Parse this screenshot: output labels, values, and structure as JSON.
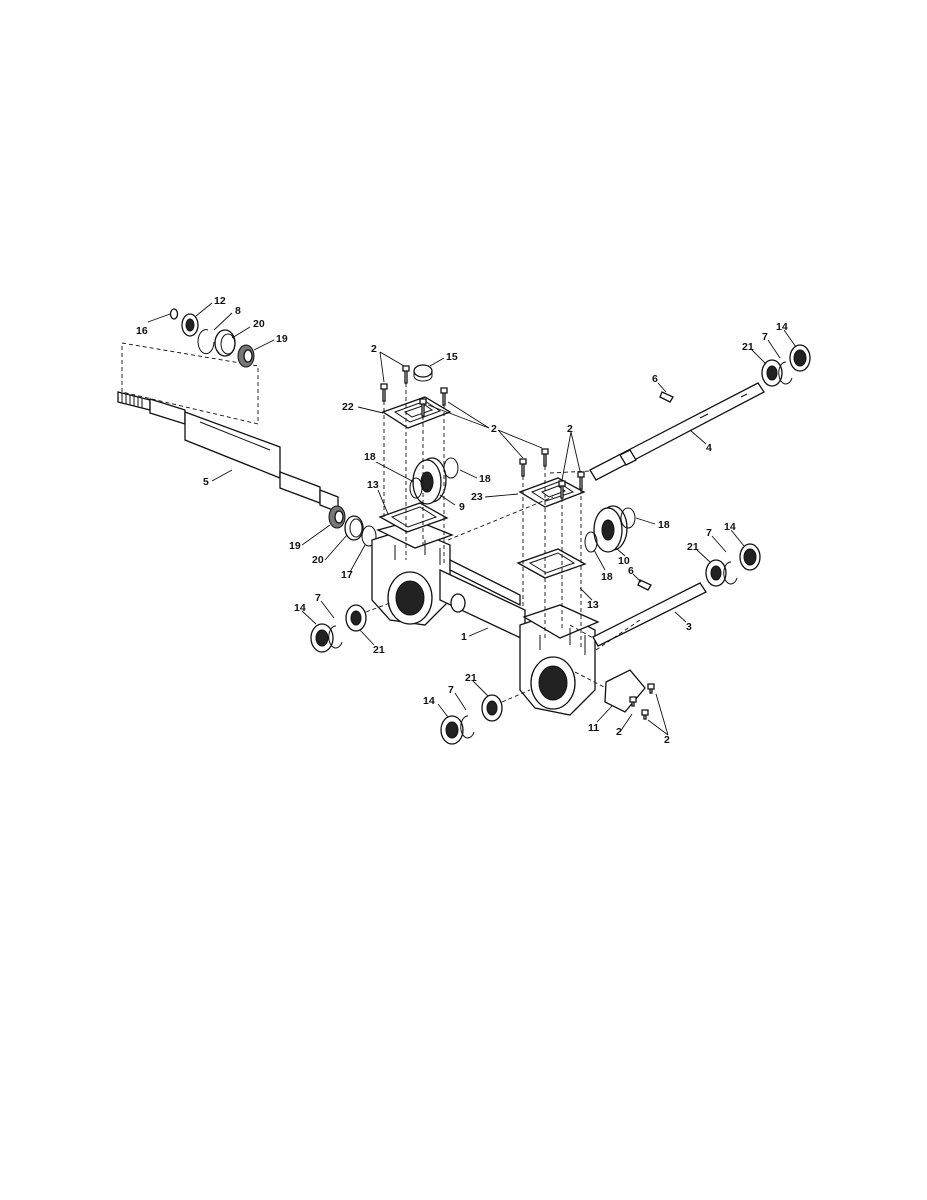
{
  "diagram": {
    "callouts": [
      {
        "id": "c16a",
        "text": "16"
      },
      {
        "id": "c12a",
        "text": "12"
      },
      {
        "id": "c8a",
        "text": "8"
      },
      {
        "id": "c20a",
        "text": "20"
      },
      {
        "id": "c19a",
        "text": "19"
      },
      {
        "id": "c2a",
        "text": "2"
      },
      {
        "id": "c15a",
        "text": "15"
      },
      {
        "id": "c22a",
        "text": "22"
      },
      {
        "id": "c2b",
        "text": "2"
      },
      {
        "id": "c2c",
        "text": "2"
      },
      {
        "id": "c18a",
        "text": "18"
      },
      {
        "id": "c18b",
        "text": "18"
      },
      {
        "id": "c13a",
        "text": "13"
      },
      {
        "id": "c9a",
        "text": "9"
      },
      {
        "id": "c5a",
        "text": "5"
      },
      {
        "id": "c19b",
        "text": "19"
      },
      {
        "id": "c20b",
        "text": "20"
      },
      {
        "id": "c17a",
        "text": "17"
      },
      {
        "id": "c23a",
        "text": "23"
      },
      {
        "id": "c6a",
        "text": "6"
      },
      {
        "id": "c4a",
        "text": "4"
      },
      {
        "id": "c21a",
        "text": "21"
      },
      {
        "id": "c7a",
        "text": "7"
      },
      {
        "id": "c14a",
        "text": "14"
      },
      {
        "id": "c18c",
        "text": "18"
      },
      {
        "id": "c10a",
        "text": "10"
      },
      {
        "id": "c18d",
        "text": "18"
      },
      {
        "id": "c13b",
        "text": "13"
      },
      {
        "id": "c6b",
        "text": "6"
      },
      {
        "id": "c21b",
        "text": "21"
      },
      {
        "id": "c7b",
        "text": "7"
      },
      {
        "id": "c14b",
        "text": "14"
      },
      {
        "id": "c3a",
        "text": "3"
      },
      {
        "id": "c14c",
        "text": "14"
      },
      {
        "id": "c7c",
        "text": "7"
      },
      {
        "id": "c21c",
        "text": "21"
      },
      {
        "id": "c1a",
        "text": "1"
      },
      {
        "id": "c21d",
        "text": "21"
      },
      {
        "id": "c7d",
        "text": "7"
      },
      {
        "id": "c14d",
        "text": "14"
      },
      {
        "id": "c11a",
        "text": "11"
      },
      {
        "id": "c2d",
        "text": "2"
      },
      {
        "id": "c2e",
        "text": "2"
      }
    ]
  }
}
